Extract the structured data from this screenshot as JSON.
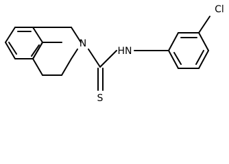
{
  "molecule": {
    "atom_labels": {
      "amine_nitrogen": "N",
      "amide_nitrogen": "HN",
      "chlorine": "Cl",
      "sulfur": "S"
    },
    "colors": {
      "bond": "#000000",
      "label": "#000000",
      "background": "#ffffff"
    }
  }
}
